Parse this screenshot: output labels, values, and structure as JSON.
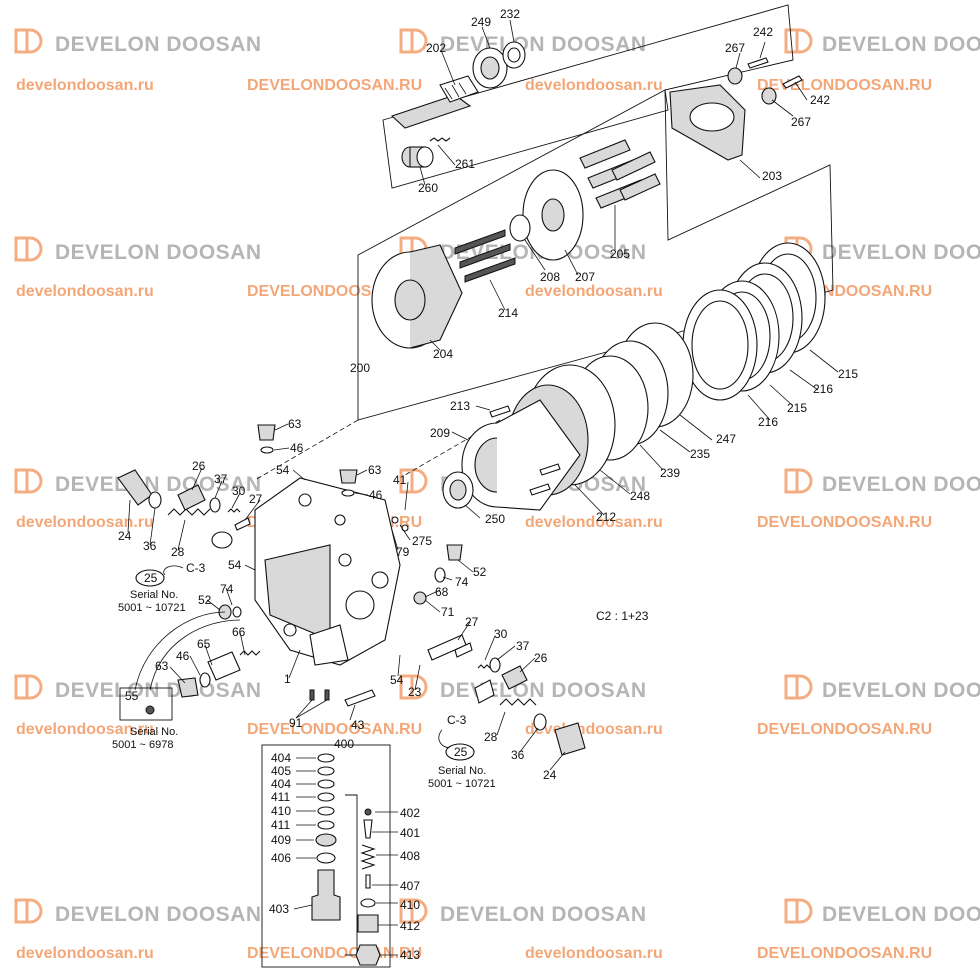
{
  "watermarks": {
    "logo_text": "DEVELON DOOSAN",
    "url_lower": "develondoosan.ru",
    "url_upper": "DEVELONDOOSAN.RU"
  },
  "notes": {
    "c2_note": "C2 : 1+23",
    "ref_c3_left": "C-3",
    "ref_c3_right": "C-3",
    "ref_25_left": "25",
    "ref_25_right": "25",
    "serial_label": "Serial No.",
    "serial_range_a": "5001 ~ 10721",
    "serial_range_b": "5001 ~ 6978",
    "serial_range_c": "5001 ~ 10721"
  },
  "callouts": {
    "c202": "202",
    "c249": "249",
    "c232": "232",
    "c242a": "242",
    "c267a": "267",
    "c242b": "242",
    "c267b": "267",
    "c261": "261",
    "c260": "260",
    "c203": "203",
    "c205": "205",
    "c207": "207",
    "c208": "208",
    "c214": "214",
    "c204": "204",
    "c200": "200",
    "c215a": "215",
    "c216a": "216",
    "c215b": "215",
    "c216b": "216",
    "c213": "213",
    "c209": "209",
    "c247": "247",
    "c235": "235",
    "c239": "239",
    "c248": "248",
    "c212": "212",
    "c250": "250",
    "c63a": "63",
    "c46a": "46",
    "c54a": "54",
    "c63b": "63",
    "c46b": "46",
    "c26a": "26",
    "c37a": "37",
    "c30a": "30",
    "c27a": "27",
    "c24a": "24",
    "c36a": "36",
    "c28a": "28",
    "c41": "41",
    "c275": "275",
    "c79": "79",
    "c54b": "54",
    "c74a": "74",
    "c52a": "52",
    "c74b": "74",
    "c52b": "52",
    "c68": "68",
    "c71": "71",
    "c66": "66",
    "c65": "65",
    "c63c": "63",
    "c46c": "46",
    "c55": "55",
    "c1": "1",
    "c27b": "27",
    "c30b": "30",
    "c37b": "37",
    "c26b": "26",
    "c54c": "54",
    "c23": "23",
    "c91": "91",
    "c43": "43",
    "c28b": "28",
    "c36b": "36",
    "c24b": "24",
    "c400": "400",
    "c404a": "404",
    "c405": "405",
    "c404b": "404",
    "c411a": "411",
    "c410a": "410",
    "c411b": "411",
    "c409": "409",
    "c406": "406",
    "c403": "403",
    "c402": "402",
    "c401": "401",
    "c408": "408",
    "c407": "407",
    "c410b": "410",
    "c412": "412",
    "c413": "413"
  }
}
